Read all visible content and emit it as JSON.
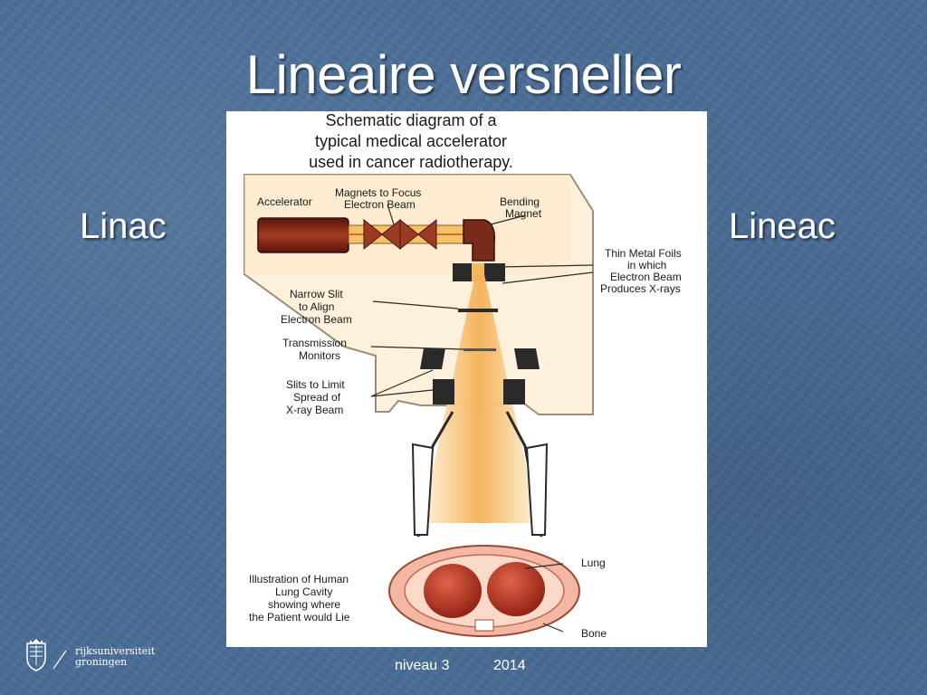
{
  "slide": {
    "title": "Lineaire versneller",
    "left_label": "Linac",
    "right_label": "Lineac"
  },
  "diagram": {
    "heading_lines": [
      "Schematic diagram of a",
      "typical medical accelerator",
      "used in cancer radiotherapy."
    ],
    "labels": {
      "accelerator": "Accelerator",
      "magnets_line1": "Magnets to Focus",
      "magnets_line2": "Electron Beam",
      "bending_line1": "Bending",
      "bending_line2": "Magnet",
      "foils_line1": "Thin Metal Foils",
      "foils_line2": "in which",
      "foils_line3": "Electron Beam",
      "foils_line4": "Produces X-rays",
      "slit_line1": "Narrow Slit",
      "slit_line2": "to Align",
      "slit_line3": "Electron Beam",
      "monitors_line1": "Transmission",
      "monitors_line2": "Monitors",
      "limit_line1": "Slits to Limit",
      "limit_line2": "Spread of",
      "limit_line3": "X-ray Beam",
      "lung": "Lung",
      "bone": "Bone",
      "illus_line1": "Illustration of Human",
      "illus_line2": "Lung Cavity",
      "illus_line3": "showing where",
      "illus_line4": "the Patient would Lie"
    },
    "colors": {
      "housing_fill": "#fdf1dc",
      "housing_stroke": "#9c8c78",
      "beam": "#f6b95a",
      "accelerator_tube": "#7a1f12",
      "lung": "#b8321f",
      "body": "#f3b7a3",
      "dark_part": "#2a2a2a"
    }
  },
  "footer": {
    "level": "niveau 3",
    "year": "2014",
    "logo_line1": "rijksuniversiteit",
    "logo_line2": "groningen"
  }
}
